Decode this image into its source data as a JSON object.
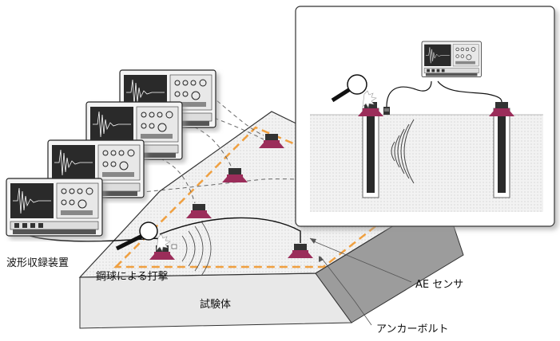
{
  "labels": {
    "recorder": "波形収録装置",
    "steel_ball": "鋼球による打撃",
    "specimen": "試験体",
    "ae_sensor": "AE センサ",
    "anchor_bolt": "アンカーボルト"
  },
  "colors": {
    "anchor": "#9b2d5a",
    "dash_orange": "#f0a040",
    "specimen_face": "#e6e6e6",
    "instrument_screen": "#2a2a2a"
  },
  "icons": {
    "recorder": "oscilloscope-icon",
    "hammer": "magnifier-hammer-icon",
    "waves": "acoustic-wave-icon"
  }
}
